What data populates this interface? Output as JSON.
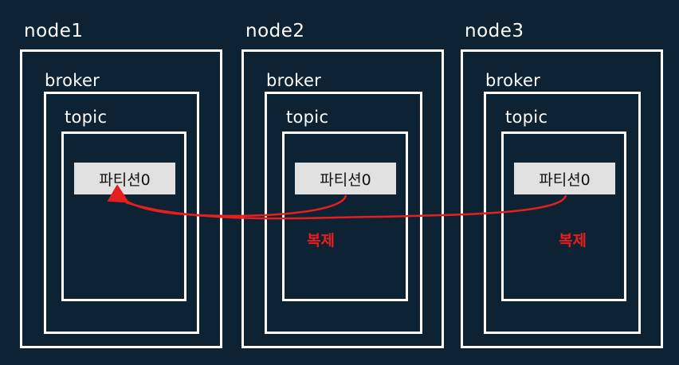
{
  "nodes": [
    {
      "name": "node1",
      "broker": "broker",
      "topic": "topic",
      "partition": "파티션0"
    },
    {
      "name": "node2",
      "broker": "broker",
      "topic": "topic",
      "partition": "파티션0"
    },
    {
      "name": "node3",
      "broker": "broker",
      "topic": "topic",
      "partition": "파티션0"
    }
  ],
  "replication": {
    "label_node2": "복제",
    "label_node3": "복제",
    "color": "#e51f1f"
  },
  "colors": {
    "background": "#0d2233",
    "border": "#ffffff",
    "partition_fill": "#e1e1e1"
  }
}
